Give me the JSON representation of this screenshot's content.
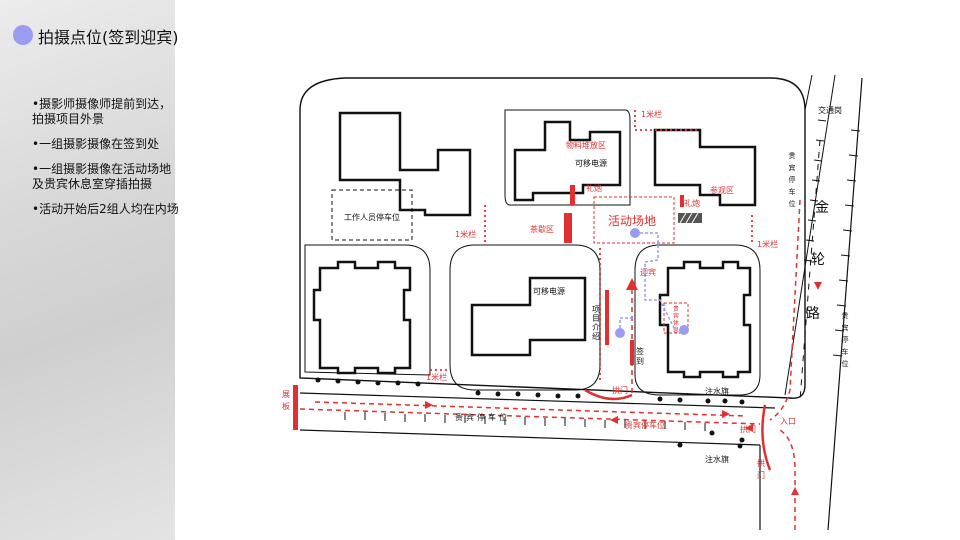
{
  "title": "拍摄点位(签到迎宾)",
  "bullets": [
    "•摄影师摄像师提前到达，拍摄项目外景",
    "•一组摄影摄像在签到处",
    "•一组摄影摄像在活动场地及贵宾休息室穿插拍摄",
    "•活动开始后2组人均在内场"
  ],
  "map": {
    "traffic_light": "交通岗",
    "material_area": "物料堆放区",
    "movable_power_1": "可移电源",
    "movable_power_2": "可移电源",
    "salute_left": "礼炮",
    "salute_right": "礼炮",
    "vip_area": "参观区",
    "tea_area": "茶歇区",
    "event_venue": "活动场地",
    "staff_parking": "工作人员停车位",
    "rail_top": "1米栏",
    "rail_left": "1米栏",
    "rail_right": "1米栏",
    "rail_bottom": "1米栏",
    "road_name_chars": [
      "金",
      "轮",
      "路"
    ],
    "side_parking_chars_left": [
      "贵",
      "宾",
      "停",
      "车",
      "位"
    ],
    "side_parking_chars_right": [
      "贵",
      "宾",
      "停",
      "车",
      "位"
    ],
    "guest_parking": "贵宾停车位",
    "vip_parking": "贵宾停车位",
    "welcome": "迎宾",
    "sign_in_chars": [
      "签",
      "到"
    ],
    "guide_chars": [
      "项",
      "目",
      "介",
      "绍"
    ],
    "vip_lounge_chars": [
      "贵",
      "宾",
      "休",
      "息"
    ],
    "arch_1": "拱门",
    "arch_2": "拱门",
    "arch_3_chars": [
      "拱",
      "门"
    ],
    "water_horse_1": "注水旗",
    "water_horse_2": "注水旗",
    "entrance": "入口",
    "exhibit_chars": [
      "展",
      "板"
    ]
  }
}
